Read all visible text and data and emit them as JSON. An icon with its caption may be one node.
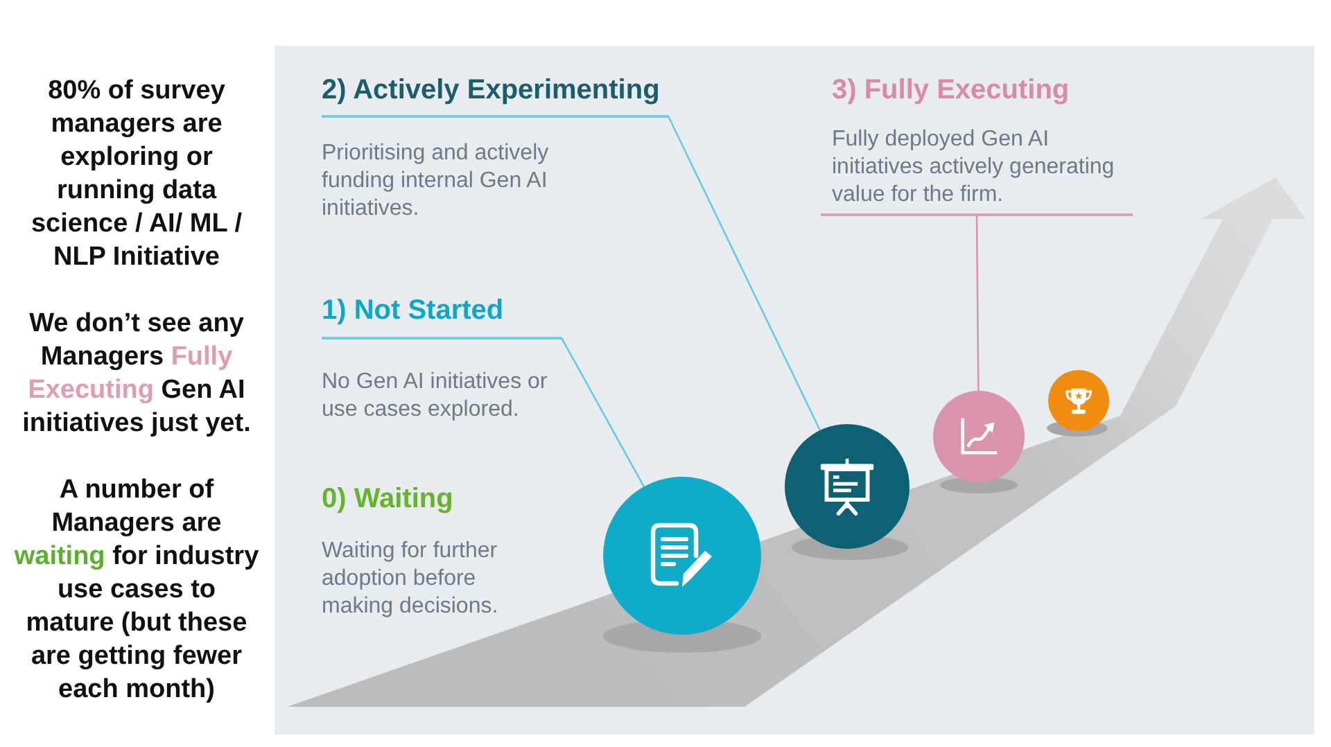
{
  "diagram": {
    "nodes": [
      {
        "text": [
          "2) Actively Experimenting",
          "Prioritising and actively funding internal Gen AI initiatives."
        ]
      },
      {
        "text": [
          "3) Fully Executing",
          "Fully deployed Gen AI initiatives actively generating value for the firm."
        ]
      },
      {
        "text": [
          "1) Not Started",
          "No Gen AI initiatives or use cases explored."
        ]
      },
      {
        "text": [
          "0) Waiting",
          "Waiting for further adoption before making decisions."
        ]
      },
      {
        "text": [],
        "shape": "circle"
      },
      {
        "text": [],
        "shape": "circle"
      },
      {
        "text": [],
        "shape": "circle"
      },
      {
        "text": [],
        "shape": "circle"
      }
    ],
    "edges": [
      {
        "from": 0,
        "to": 5,
        "arrow": "none"
      },
      {
        "from": 1,
        "to": 6,
        "arrow": "none",
        "color": "#d993ad"
      },
      {
        "from": 2,
        "to": 4,
        "arrow": "none"
      }
    ],
    "labels": [
      "80% of survey managers are exploring or running data science / AI/ ML / NLP Initiative",
      "We don’t see any Managers **Fully Executing** Gen AI initiatives just yet.",
      "A number of Managers are **waiting** for industry use cases to mature (but these are getting fewer each month)"
    ]
  }
}
